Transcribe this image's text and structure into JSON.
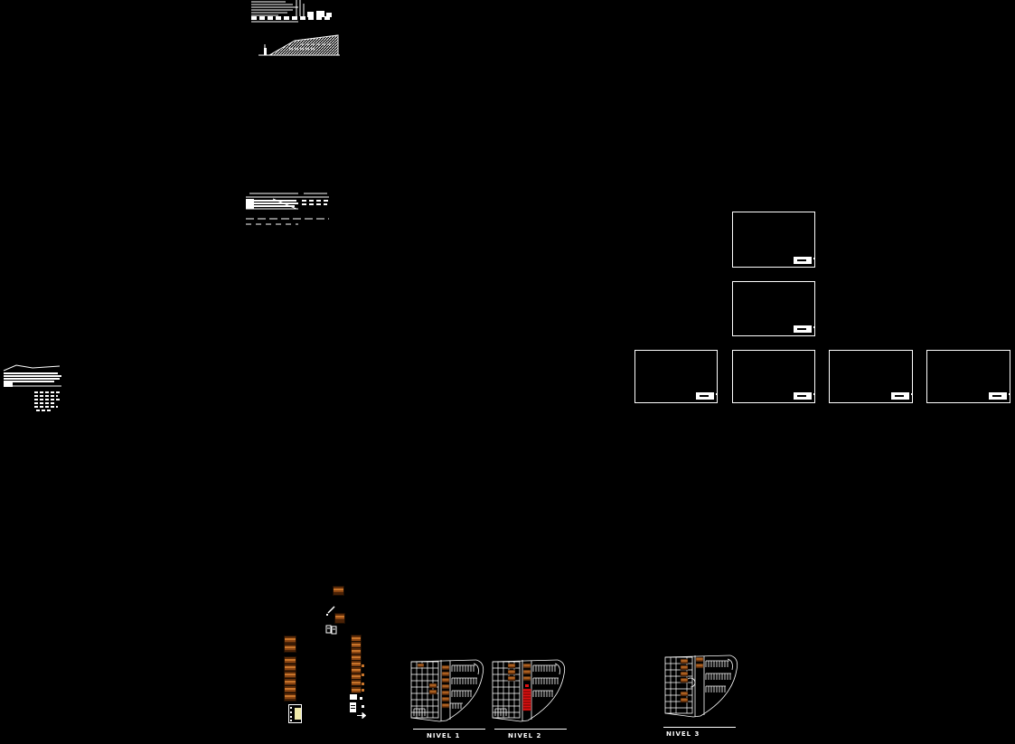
{
  "app": {
    "type": "cad-model-space",
    "background": "#000000"
  },
  "colors": {
    "line": "#ffffff",
    "furniture_base": "#8a4512",
    "furniture_highlight": "#c8742a",
    "red_block": "#e01010",
    "yellow_block": "#efe9a9"
  },
  "sheet_frames": {
    "count": 6
  },
  "sketches": {
    "top_section": "building section sketch",
    "site_section": "hatched site section sketch",
    "strip_section": "stratified section with dashed datum lines",
    "left_detail": "elevation detail with notes block"
  },
  "floor_plans": [
    {
      "label": "NIVEL 1"
    },
    {
      "label": "NIVEL 2"
    },
    {
      "label": "NIVEL 3"
    }
  ]
}
